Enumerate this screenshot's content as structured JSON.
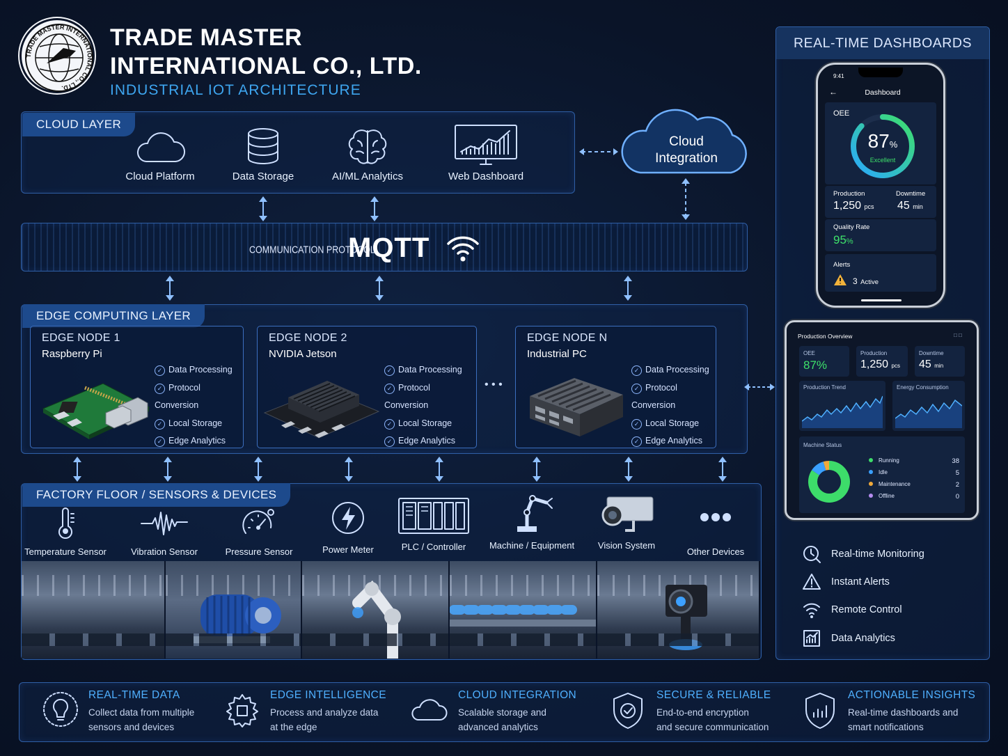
{
  "header": {
    "logo_text": "TRADE MASTER INTERNATIONAL CO., LTD.",
    "title_line1": "TRADE MASTER",
    "title_line2": "INTERNATIONAL CO., LTD.",
    "subtitle": "INDUSTRIAL IOT ARCHITECTURE"
  },
  "cloud_layer": {
    "tab": "CLOUD LAYER",
    "items": [
      {
        "label": "Cloud Platform",
        "icon": "cloud-icon"
      },
      {
        "label": "Data Storage",
        "icon": "database-icon"
      },
      {
        "label": "AI/ML Analytics",
        "icon": "brain-icon"
      },
      {
        "label": "Web Dashboard",
        "icon": "monitor-chart-icon"
      }
    ],
    "integration_line1": "Cloud",
    "integration_line2": "Integration"
  },
  "protocol": {
    "small": "COMMUNICATION PROTOCOL",
    "name": "MQTT",
    "icon": "wifi-icon"
  },
  "edge_layer": {
    "tab": "EDGE COMPUTING LAYER",
    "ellipsis": "• • •",
    "nodes": [
      {
        "title": "EDGE NODE 1",
        "device": "Raspberry Pi",
        "features": [
          "Data Processing",
          "Protocol Conversion",
          "Local Storage",
          "Edge Analytics"
        ]
      },
      {
        "title": "EDGE NODE 2",
        "device": "NVIDIA Jetson",
        "features": [
          "Data Processing",
          "Protocol Conversion",
          "Local Storage",
          "Edge Analytics"
        ]
      },
      {
        "title": "EDGE NODE N",
        "device": "Industrial PC",
        "features": [
          "Data Processing",
          "Protocol Conversion",
          "Local Storage",
          "Edge Analytics"
        ]
      }
    ]
  },
  "factory": {
    "tab": "FACTORY FLOOR / SENSORS & DEVICES",
    "devices": [
      {
        "label": "Temperature Sensor",
        "icon": "thermometer-icon"
      },
      {
        "label": "Vibration Sensor",
        "icon": "waveform-icon"
      },
      {
        "label": "Pressure Sensor",
        "icon": "gauge-icon"
      },
      {
        "label": "Power Meter",
        "icon": "lightning-icon"
      },
      {
        "label": "PLC / Controller",
        "icon": "plc-icon"
      },
      {
        "label": "Machine / Equipment",
        "icon": "robot-arm-icon"
      },
      {
        "label": "Vision System",
        "icon": "camera-icon"
      },
      {
        "label": "Other Devices",
        "icon": "more-icon"
      }
    ]
  },
  "dashboards": {
    "title": "REAL-TIME DASHBOARDS",
    "phone": {
      "time": "9:41",
      "header": "Dashboard",
      "oee_label": "OEE",
      "oee_value": "87",
      "oee_unit": "%",
      "oee_status": "Excellent",
      "oee_fraction": 0.87,
      "production_label": "Production",
      "production_value": "1,250",
      "production_unit": "pcs",
      "downtime_label": "Downtime",
      "downtime_value": "45",
      "downtime_unit": "min",
      "quality_label": "Quality Rate",
      "quality_value": "95",
      "quality_unit": "%",
      "alerts_label": "Alerts",
      "alerts_value": "3",
      "alerts_unit": "Active"
    },
    "tablet": {
      "title": "Production Overview",
      "oee_label": "OEE",
      "oee_value": "87%",
      "production_label": "Production",
      "production_value": "1,250",
      "production_unit": "pcs",
      "downtime_label": "Downtime",
      "downtime_value": "45",
      "downtime_unit": "min",
      "trend_label": "Production Trend",
      "energy_label": "Energy Consumption",
      "status_label": "Machine Status",
      "status": [
        {
          "name": "Running",
          "count": "38",
          "color": "#3ddc6a"
        },
        {
          "name": "Idle",
          "count": "5",
          "color": "#3aa0ff"
        },
        {
          "name": "Maintenance",
          "count": "2",
          "color": "#f0a93a"
        },
        {
          "name": "Offline",
          "count": "0",
          "color": "#b58cf0"
        }
      ]
    },
    "features": [
      {
        "label": "Real-time Monitoring",
        "icon": "monitoring-icon"
      },
      {
        "label": "Instant Alerts",
        "icon": "alert-icon"
      },
      {
        "label": "Remote Control",
        "icon": "wifi-icon"
      },
      {
        "label": "Data Analytics",
        "icon": "chart-icon"
      }
    ]
  },
  "benefits": [
    {
      "title": "REAL-TIME DATA",
      "line1": "Collect data from multiple",
      "line2": "sensors and devices",
      "icon": "bulb-icon"
    },
    {
      "title": "EDGE INTELLIGENCE",
      "line1": "Process and analyze data",
      "line2": "at the edge",
      "icon": "cog-chip-icon"
    },
    {
      "title": "CLOUD INTEGRATION",
      "line1": "Scalable storage and",
      "line2": "advanced analytics",
      "icon": "cloud-icon"
    },
    {
      "title": "SECURE & RELIABLE",
      "line1": "End-to-end encryption",
      "line2": "and secure communication",
      "icon": "shield-icon"
    },
    {
      "title": "ACTIONABLE INSIGHTS",
      "line1": "Real-time dashboards and",
      "line2": "smart notifications",
      "icon": "shield-chart-icon"
    }
  ]
}
